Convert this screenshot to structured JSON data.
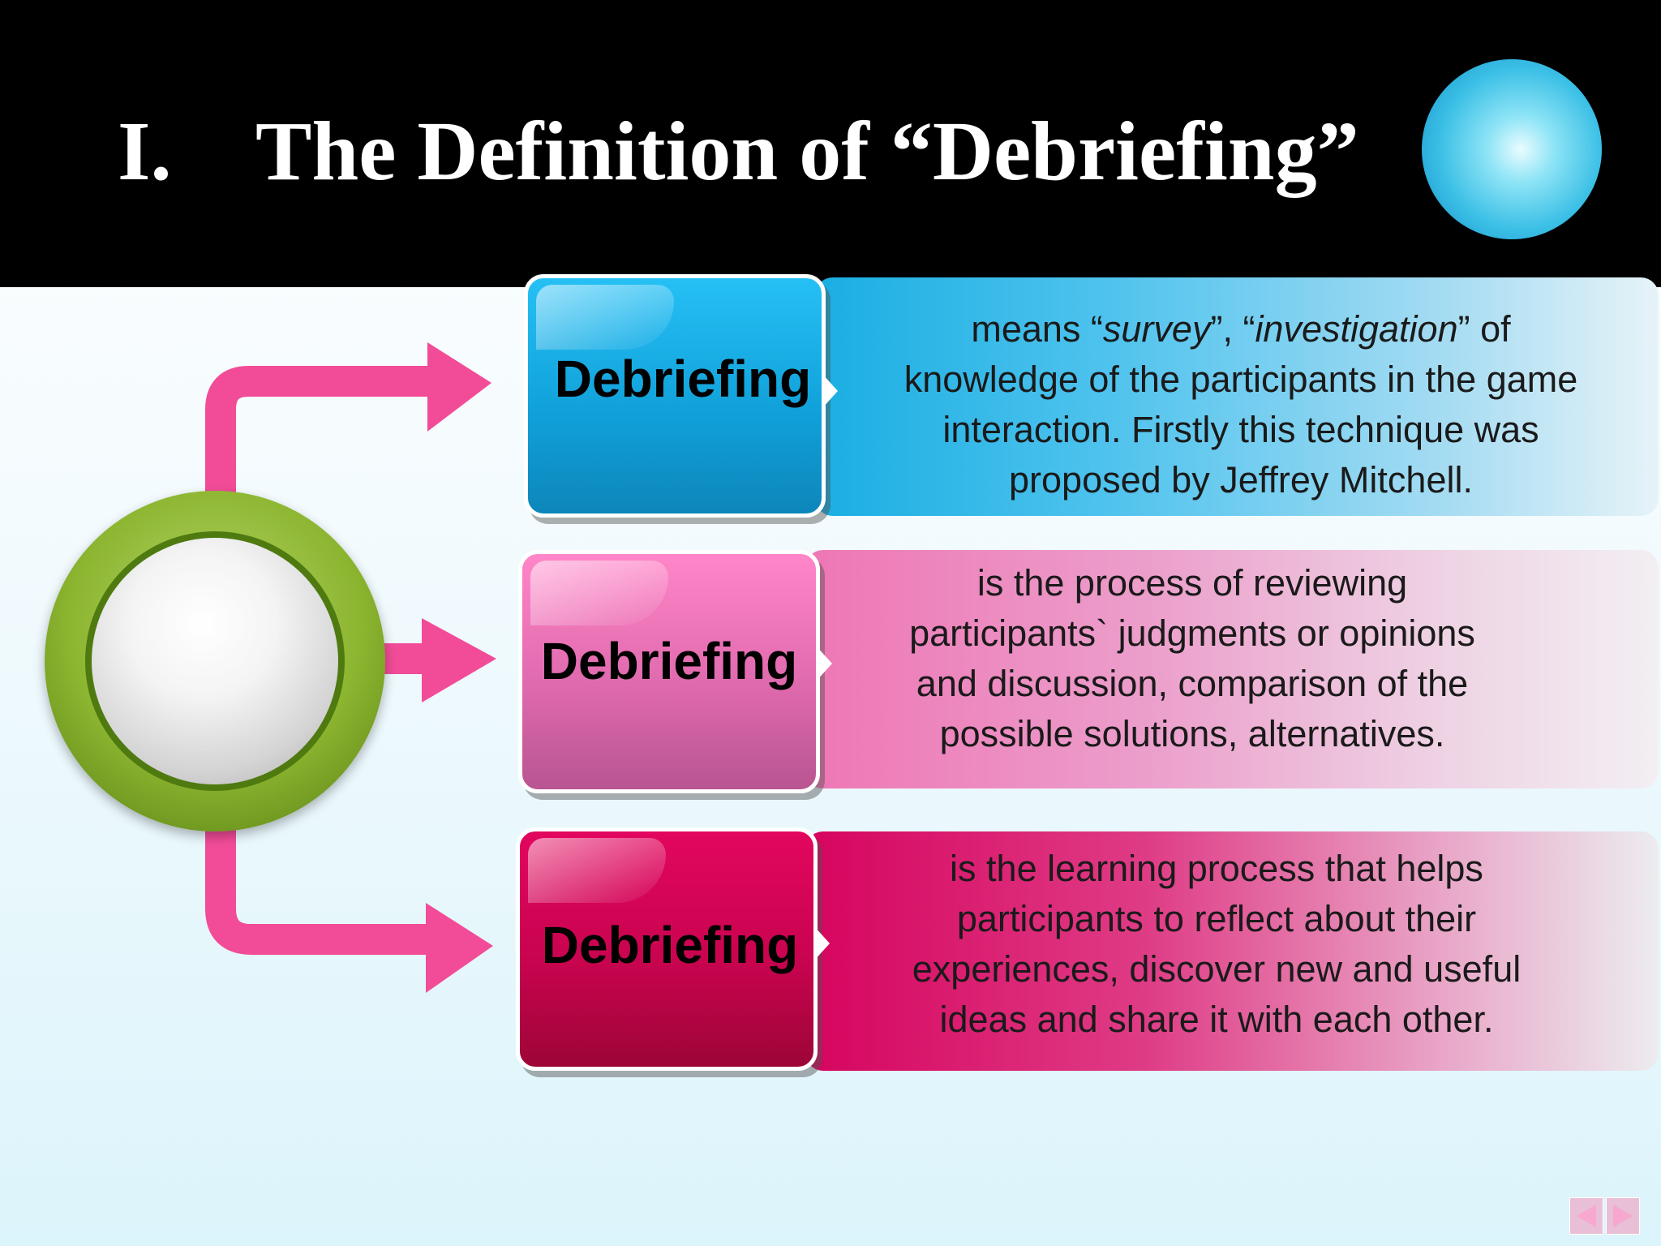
{
  "slide": {
    "title_number": "I.",
    "title_text": "The Definition of  “Debriefing”"
  },
  "items": [
    {
      "label": "Debriefing",
      "lines": [
        [
          "means “",
          "survey",
          "”, “",
          "investigation",
          "” of"
        ],
        "knowledge of the participants in the game",
        "interaction. Firstly this technique was",
        "proposed by Jeffrey Mitchell."
      ],
      "color": "#1aaee2"
    },
    {
      "label": "Debriefing",
      "lines": [
        "is the process of reviewing",
        "participants` judgments or opinions",
        "and discussion, comparison of the",
        "possible solutions, alternatives."
      ],
      "color": "#ee76b5"
    },
    {
      "label": "Debriefing",
      "lines": [
        "is the learning process that helps",
        "participants to reflect about  their",
        "experiences,  discover new and useful",
        "ideas and share it with each other."
      ],
      "color": "#d6045e"
    }
  ],
  "colors": {
    "header": "#000000",
    "connector": "#f24c98",
    "hub_ring": "#8cb530"
  },
  "icons": [
    "sphere-icon",
    "prev-arrow-icon",
    "next-arrow-icon"
  ]
}
